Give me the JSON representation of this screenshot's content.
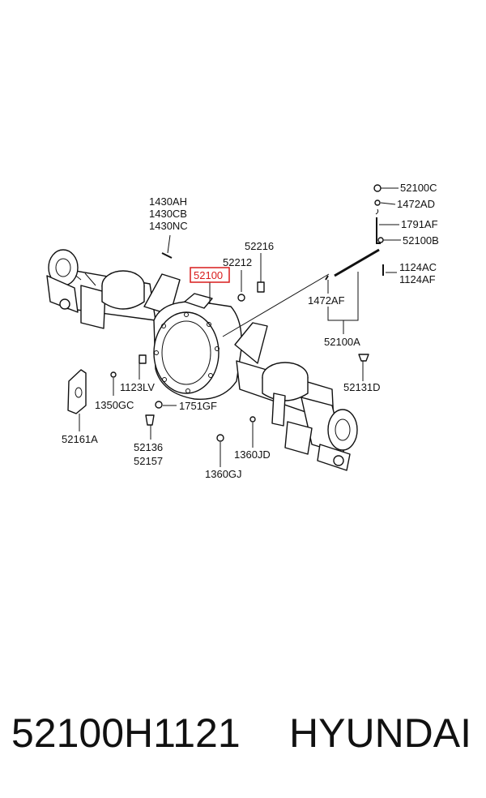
{
  "labels": {
    "l1430ah": "1430AH",
    "l1430cb": "1430CB",
    "l1430nc": "1430NC",
    "l52216": "52216",
    "l52212": "52212",
    "l52100": "52100",
    "l52100c": "52100C",
    "l1472ad": "1472AD",
    "l1791af": "1791AF",
    "l52100b": "52100B",
    "l1124ac": "1124AC",
    "l1124af": "1124AF",
    "l1472af": "1472AF",
    "l52100a": "52100A",
    "l52131d": "52131D",
    "l1123lv": "1123LV",
    "l1350gc": "1350GC",
    "l1751gf": "1751GF",
    "l52161a": "52161A",
    "l52136": "52136",
    "l52157": "52157",
    "l1360jd": "1360JD",
    "l1360gj": "1360GJ"
  },
  "footer": {
    "part_number": "52100H1121",
    "brand": "HYUNDAI"
  },
  "colors": {
    "highlight": "#d91c1c",
    "line": "#111111"
  }
}
